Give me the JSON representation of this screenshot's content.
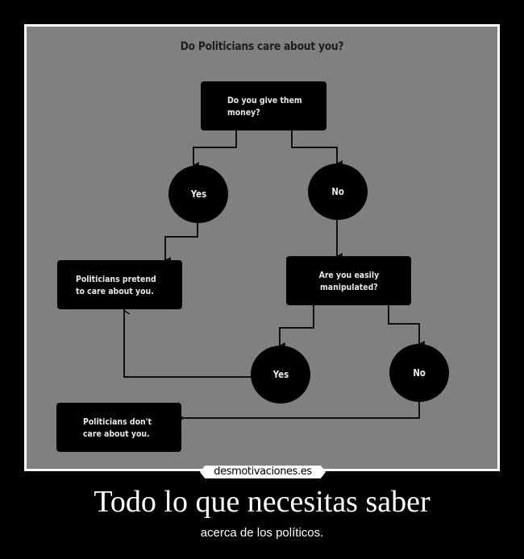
{
  "diagram": {
    "title": "Do Politicians care about you?",
    "nodes": {
      "q1": {
        "type": "box",
        "text": "Do you give them\nmoney?"
      },
      "q1_yes": {
        "type": "circle",
        "text": "Yes"
      },
      "q1_no": {
        "type": "circle",
        "text": "No"
      },
      "pretend": {
        "type": "box",
        "text": "Politicians pretend\nto care about you."
      },
      "q2": {
        "type": "box",
        "text": "Are you easily\nmanipulated?"
      },
      "q2_yes": {
        "type": "circle",
        "text": "Yes"
      },
      "q2_no": {
        "type": "circle",
        "text": "No"
      },
      "dont_care": {
        "type": "box",
        "text": "Politicians don't\ncare about you."
      }
    },
    "edges": [
      {
        "from": "q1",
        "to": "q1_yes"
      },
      {
        "from": "q1",
        "to": "q1_no"
      },
      {
        "from": "q1_yes",
        "to": "pretend"
      },
      {
        "from": "q1_no",
        "to": "q2"
      },
      {
        "from": "q2",
        "to": "q2_yes"
      },
      {
        "from": "q2",
        "to": "q2_no"
      },
      {
        "from": "q2_yes",
        "to": "pretend"
      },
      {
        "from": "q2_no",
        "to": "dont_care"
      }
    ],
    "colors": {
      "background": "#808080",
      "node_fill": "#000000",
      "node_text": "#e8e8e8",
      "title_text": "#1e1e1e",
      "line": "#111111"
    }
  },
  "poster": {
    "logo": "desmotivaciones.es",
    "headline": "Todo lo que necesitas saber",
    "subline": "acerca de los políticos.",
    "frame_color": "#ffffff",
    "background": "#000000"
  }
}
